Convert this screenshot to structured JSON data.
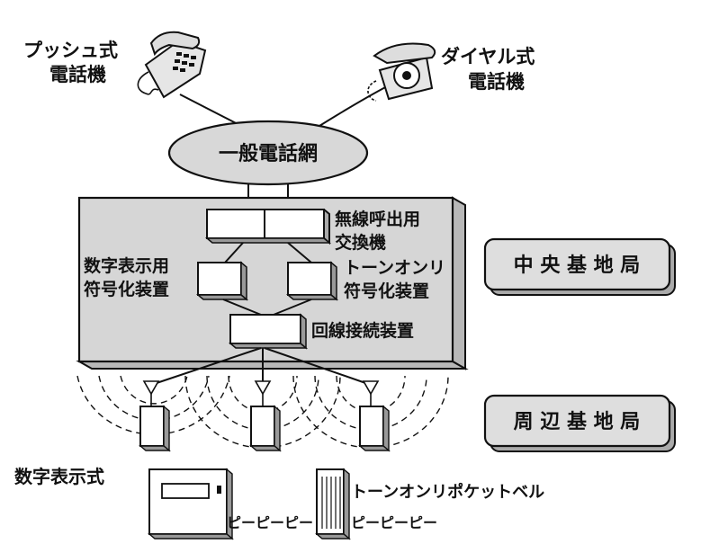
{
  "phones": {
    "push_label_line1": "プッシュ式",
    "push_label_line2": "電話機",
    "dial_label_line1": "ダイヤル式",
    "dial_label_line2": "電話機"
  },
  "network": {
    "label": "一般電話網"
  },
  "central": {
    "exchange_line1": "無線呼出用",
    "exchange_line2": "交換機",
    "numeric_encoder_line1": "数字表示用",
    "numeric_encoder_line2": "符号化装置",
    "tone_encoder_line1": "トーンオンリ",
    "tone_encoder_line2": "符号化装置",
    "line_connector": "回線接続装置"
  },
  "stations": {
    "central_label": "中 央 基 地 局",
    "peripheral_label": "周 辺 基 地 局"
  },
  "pagers": {
    "numeric_label": "数字表示式",
    "tone_label": "トーンオンリポケットベル",
    "beep_numeric": "ピーピーピー",
    "beep_tone": "ピーピーピー"
  }
}
